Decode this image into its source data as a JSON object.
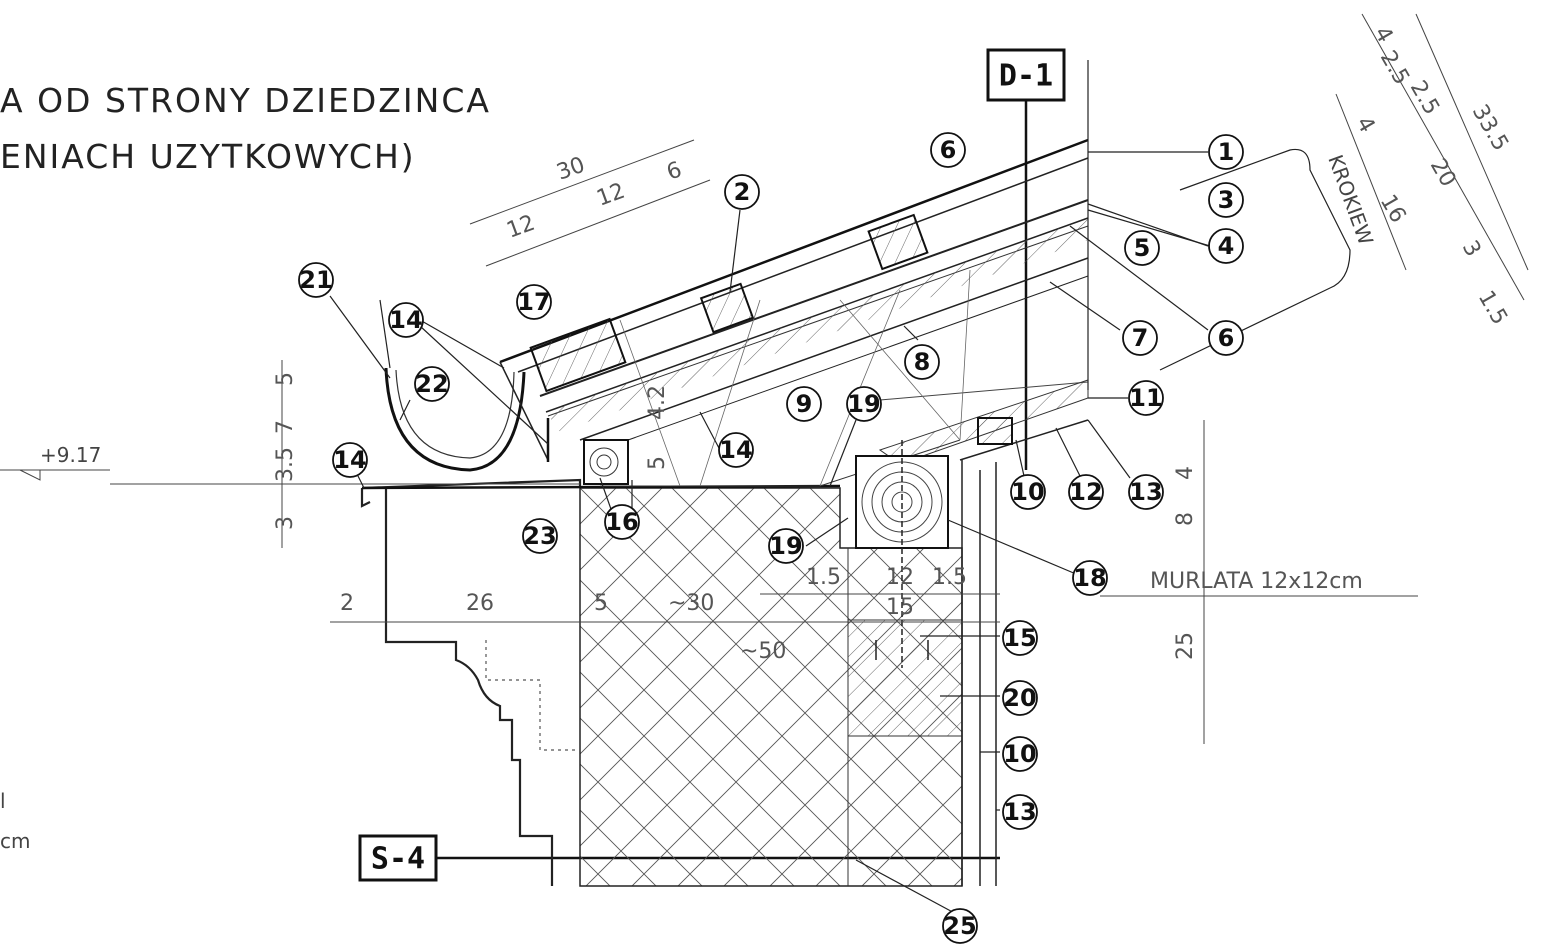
{
  "title": {
    "line1": "A OD STRONY DZIEDZINCA",
    "line2": "ENIACH UZYTKOWYCH)"
  },
  "section_tags": {
    "top": "D-1",
    "bottom": "S-4"
  },
  "elevation": {
    "mark": "+9.17"
  },
  "beam_label": "MURLATA 12x12cm",
  "rafter_label": "KROKIEW",
  "edge_fragments": {
    "left_top": "l",
    "left_bottom": "cm"
  },
  "callouts": [
    {
      "n": "1"
    },
    {
      "n": "3"
    },
    {
      "n": "4"
    },
    {
      "n": "5"
    },
    {
      "n": "6"
    },
    {
      "n": "6"
    },
    {
      "n": "7"
    },
    {
      "n": "8"
    },
    {
      "n": "9"
    },
    {
      "n": "19"
    },
    {
      "n": "19"
    },
    {
      "n": "11"
    },
    {
      "n": "10"
    },
    {
      "n": "12"
    },
    {
      "n": "13"
    },
    {
      "n": "2"
    },
    {
      "n": "17"
    },
    {
      "n": "14"
    },
    {
      "n": "14"
    },
    {
      "n": "14"
    },
    {
      "n": "21"
    },
    {
      "n": "22"
    },
    {
      "n": "16"
    },
    {
      "n": "23"
    },
    {
      "n": "18"
    },
    {
      "n": "15"
    },
    {
      "n": "20"
    },
    {
      "n": "10"
    },
    {
      "n": "13"
    },
    {
      "n": "25"
    }
  ],
  "dimensions": {
    "top_30": "30",
    "top_12a": "12",
    "top_12b": "12",
    "top_6": "6",
    "right_4": "4",
    "right_2_5a": "2.5",
    "right_2_5b": "2.5",
    "right_4b": "4",
    "right_20": "20",
    "right_33_5": "33.5",
    "right_16": "16",
    "right_3": "3",
    "right_1_5": "1.5",
    "left_5": "5",
    "left_7": "7",
    "left_3_5": "3.5",
    "left_3": "3",
    "eave_4_2": "4.2",
    "eave_5": "5",
    "bottom_2": "2",
    "bottom_26": "26",
    "bottom_5": "5",
    "bottom_30": "~30",
    "bottom_50": "~50",
    "beam_1_5a": "1.5",
    "beam_12": "12",
    "beam_1_5b": "1.5",
    "beam_15": "15",
    "right_v_4": "4",
    "right_v_8": "8",
    "right_v_25": "25"
  }
}
